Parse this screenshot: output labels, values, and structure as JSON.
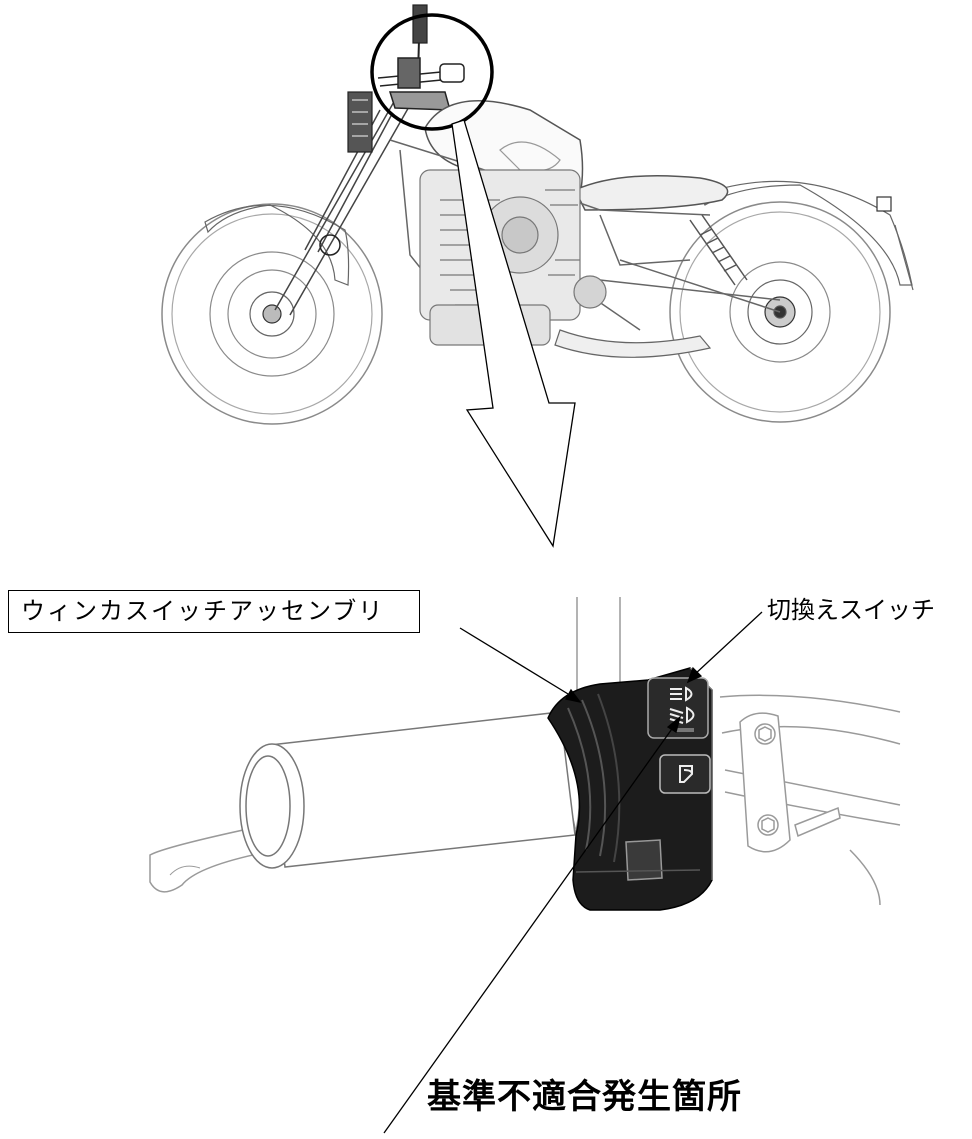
{
  "labels": {
    "assembly": "ウィンカスイッチアッセンブリ",
    "selector_switch": "切換えスイッチ",
    "defect_location": "基準不適合発生箇所"
  },
  "icons": {
    "headlight_high": "headlight-high-beam-icon",
    "headlight_low": "headlight-low-beam-icon",
    "horn": "horn-icon"
  },
  "colors": {
    "line": "#000000",
    "light_line": "#9a9a9a",
    "switch_body": "#1c1c1c",
    "background": "#ffffff"
  }
}
